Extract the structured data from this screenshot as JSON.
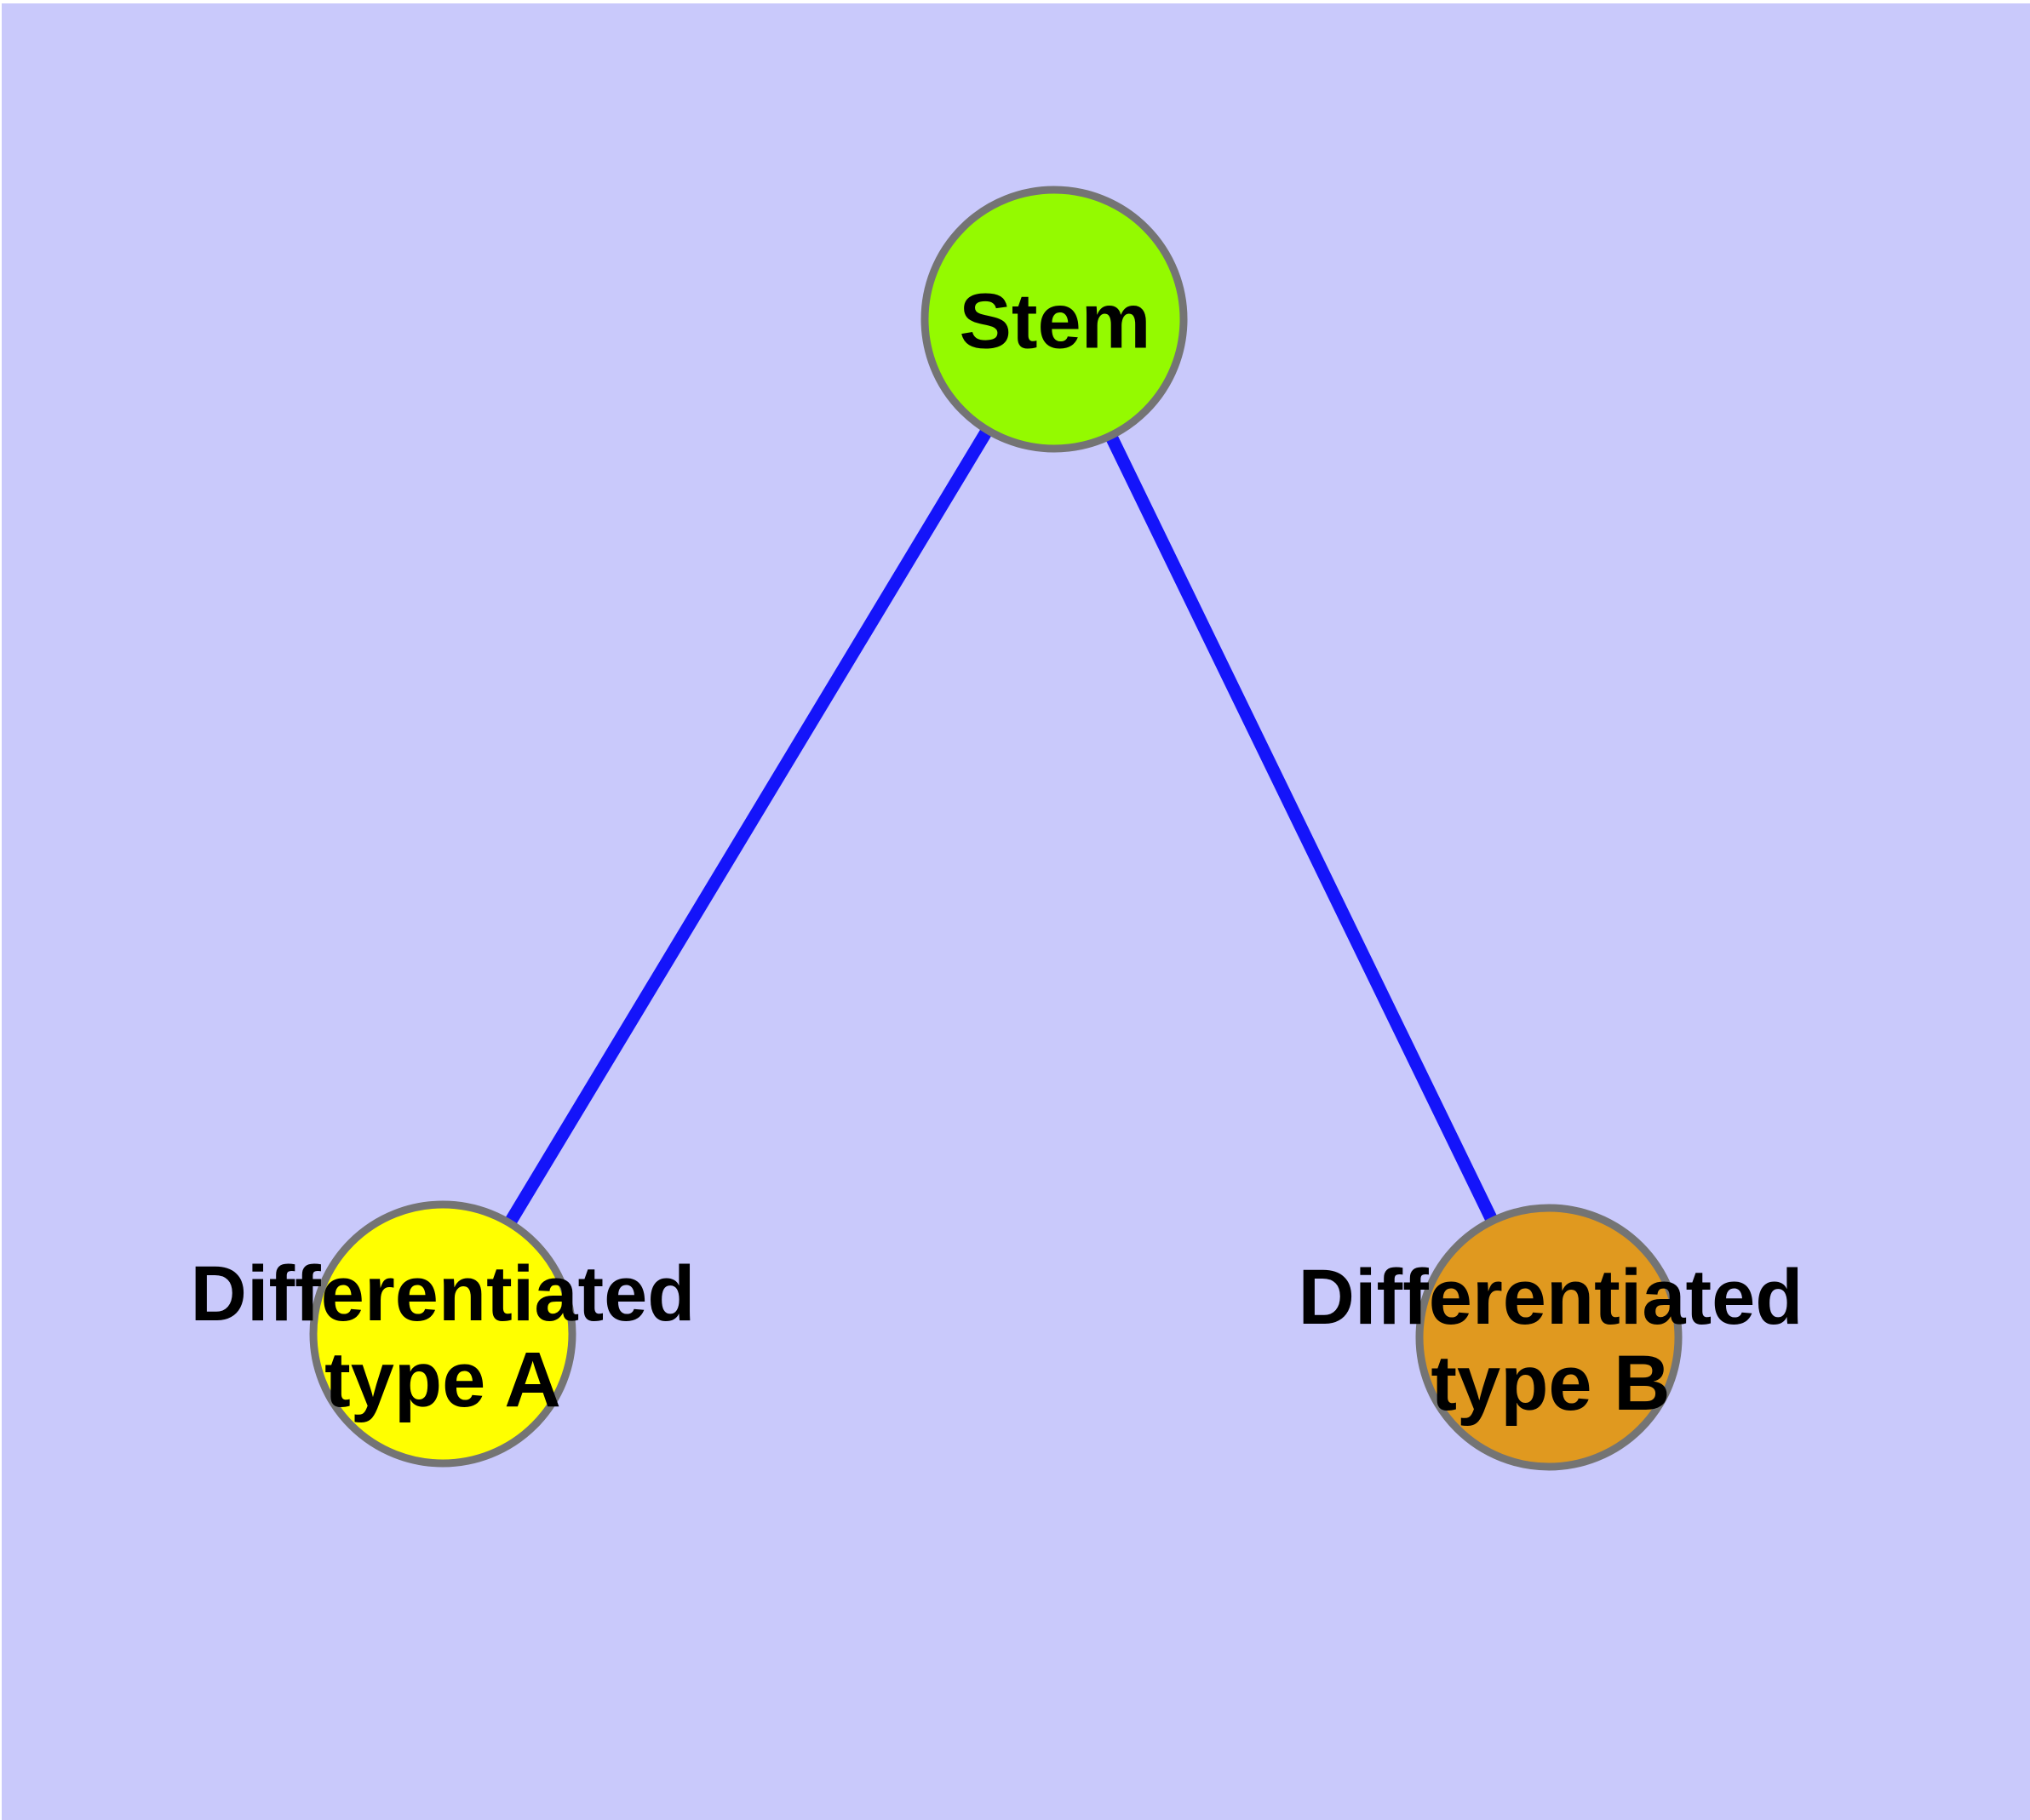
{
  "diagram": {
    "background_color": "#C9C9FB",
    "edge_color": "#1414FA",
    "node_border_color": "#747474",
    "text_color": "#000000",
    "nodes": [
      {
        "id": "stem",
        "label": "Stem",
        "color": "#94FA00"
      },
      {
        "id": "type-a",
        "label": "Differentiated\ntype A",
        "color": "#FFFF00"
      },
      {
        "id": "type-b",
        "label": "Differentiated\ntype B",
        "color": "#E0991F"
      }
    ],
    "edges": [
      {
        "from": "stem",
        "to": "type-a"
      },
      {
        "from": "stem",
        "to": "type-b"
      }
    ]
  }
}
